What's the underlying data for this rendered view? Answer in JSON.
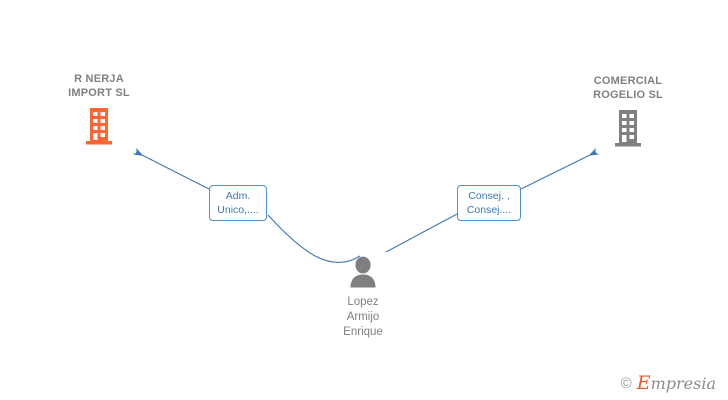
{
  "diagram": {
    "type": "relationship-graph",
    "background_color": "#ffffff",
    "nodes": [
      {
        "id": "company-left",
        "kind": "company",
        "icon": "building-icon",
        "icon_color": "#ff6633",
        "label": "R NERJA\nIMPORT  SL",
        "label_color": "#808080"
      },
      {
        "id": "company-right",
        "kind": "company",
        "icon": "building-icon",
        "icon_color": "#7f7f7f",
        "label": "COMERCIAL\nROGELIO SL",
        "label_color": "#808080"
      },
      {
        "id": "person-center",
        "kind": "person",
        "icon": "person-icon",
        "icon_color": "#7f7f7f",
        "label": "Lopez\nArmijo\nEnrique",
        "label_color": "#808080"
      }
    ],
    "edges": [
      {
        "id": "edge-left",
        "from": "person-center",
        "to": "company-left",
        "label": "Adm.\nUnico,....",
        "color": "#3c78b4",
        "arrow": true
      },
      {
        "id": "edge-right",
        "from": "person-center",
        "to": "company-right",
        "label": "Consej. ,\nConsej....",
        "color": "#3c78b4",
        "arrow": true
      }
    ]
  },
  "watermark": {
    "copyright": "©",
    "brand_initial": "E",
    "brand_rest": "mpresia",
    "brand_color": "#f05a28",
    "text_color": "#8d8d8d"
  }
}
